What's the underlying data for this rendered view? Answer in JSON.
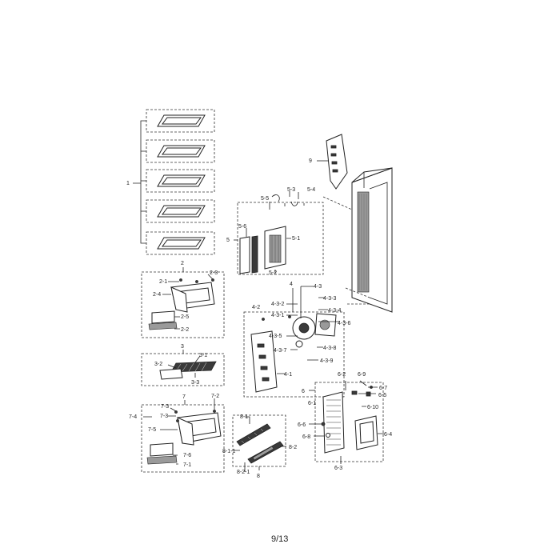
{
  "page_number": "9/13",
  "callouts": {
    "c1": "1",
    "c2": "2",
    "c2_1": "2-1",
    "c2_2": "2-2",
    "c2_3": "2-3",
    "c2_4": "2-4",
    "c2_5": "2-5",
    "c3": "3",
    "c3_1": "3-1",
    "c3_2": "3-2",
    "c3_3": "3-3",
    "c4": "4",
    "c4_1": "4-1",
    "c4_2": "4-2",
    "c4_3": "4-3",
    "c4_3_1": "4-3-1",
    "c4_3_2": "4-3-2",
    "c4_3_3": "4-3-3",
    "c4_3_4": "4-3-4",
    "c4_3_5": "4-3-5",
    "c4_3_6": "4-3-6",
    "c4_3_7": "4-3-7",
    "c4_3_8": "4-3-8",
    "c4_3_9": "4-3-9",
    "c5": "5",
    "c5_1": "5-1",
    "c5_2": "5-2",
    "c5_3": "5-3",
    "c5_4": "5-4",
    "c5_5": "5-5",
    "c5_6": "5-6",
    "c6": "6",
    "c6_1": "6-1",
    "c6_2": "6-2",
    "c6_3": "6-3",
    "c6_4": "6-4",
    "c6_5": "6-5",
    "c6_6": "6-6",
    "c6_7": "6-7",
    "c6_8": "6-8",
    "c6_9": "6-9",
    "c6_10": "6-10",
    "c7": "7",
    "c7_1": "7-1",
    "c7_2": "7-2",
    "c7_3": "7-3",
    "c7_4": "7-4",
    "c7_5": "7-5",
    "c7_6": "7-6",
    "c8": "8",
    "c8_1": "8-1",
    "c8_1_1": "8-1-1",
    "c8_2": "8-2",
    "c8_2_1": "8-2-1",
    "c9": "9"
  }
}
